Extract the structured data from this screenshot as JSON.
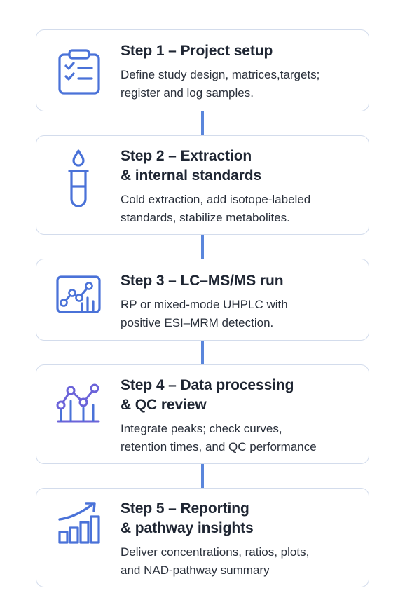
{
  "steps": [
    {
      "title_lines": [
        "Step 1 – Project setup"
      ],
      "desc_lines": [
        "Define study design, matrices,targets;",
        "register and log samples."
      ],
      "icon": "clipboard-checklist-icon"
    },
    {
      "title_lines": [
        "Step 2 – Extraction",
        "& internal standards"
      ],
      "desc_lines": [
        "Cold extraction, add isotope-labeled",
        "standards, stabilize metabolites."
      ],
      "icon": "test-tube-drop-icon"
    },
    {
      "title_lines": [
        "Step 3 – LC–MS/MS run"
      ],
      "desc_lines": [
        "RP or mixed-mode UHPLC with",
        "positive ESI–MRM detection."
      ],
      "icon": "monitor-line-chart-icon"
    },
    {
      "title_lines": [
        "Step 4 – Data processing",
        "& QC review"
      ],
      "desc_lines": [
        "Integrate peaks; check curves,",
        "retention times, and QC performance"
      ],
      "icon": "line-chart-peaks-icon"
    },
    {
      "title_lines": [
        "Step 5 – Reporting",
        "& pathway insights"
      ],
      "desc_lines": [
        "Deliver concentrations, ratios, plots,",
        "and NAD-pathway summary"
      ],
      "icon": "bar-chart-trend-icon"
    }
  ],
  "colors": {
    "icon_blue": "#4a72d8",
    "icon_purple": "#6b63d9",
    "connector": "#5a86dc",
    "card_border": "#d3dcec",
    "title_text": "#1f2633"
  }
}
